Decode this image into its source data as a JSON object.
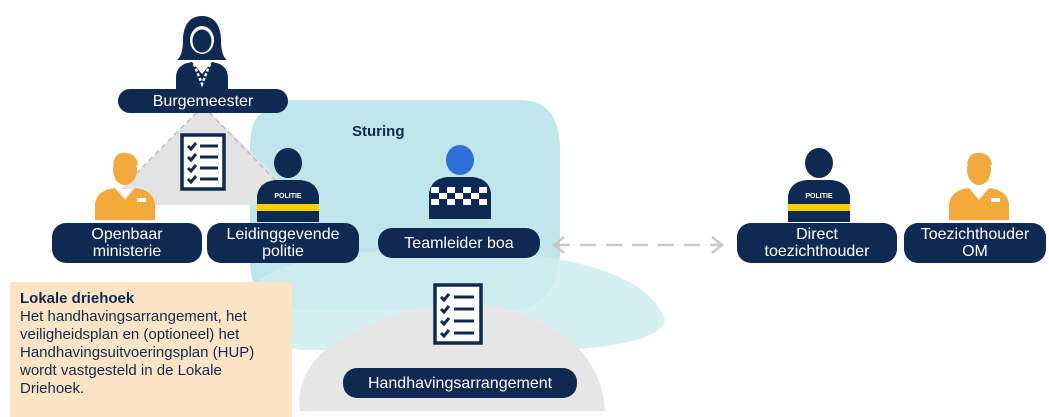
{
  "diagram": {
    "nodes": {
      "burgemeester": "Burgemeester",
      "openbaar_ministerie": "Openbaar\nministerie",
      "leidinggevende_politie": "Leidinggevende\npolitie",
      "teamleider_boa": "Teamleider boa",
      "direct_toezichthouder": "Direct\ntoezichthouder",
      "toezichthouder_om": "Toezichthouder\nOM",
      "handhavingsarrangement": "Handhavingsarrangement"
    },
    "region_label": "Sturing",
    "police_badge": "POLITIE",
    "info_box": {
      "title": "Lokale driehoek",
      "body": "Het handhavingsarrangement, het veiligheidsplan en (optioneel) het Handhavingsuitvoeringsplan (HUP) wordt vastgesteld in de Lokale Driehoek."
    },
    "colors": {
      "navy": "#0f2a52",
      "teal_region": "#bfe6ea",
      "orange_person": "#f2a93b",
      "boa_blue": "#2e6fd8",
      "info_bg": "#fde4c4",
      "triangle": "#e3e3e3"
    },
    "icons": [
      "person-female-icon",
      "person-orange-icon",
      "police-officer-icon",
      "boa-officer-icon",
      "checklist-icon",
      "dashed-double-arrow-icon"
    ]
  }
}
